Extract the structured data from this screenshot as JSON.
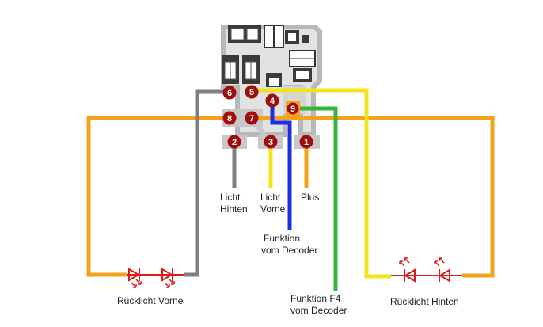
{
  "colors": {
    "orange": "#f5a21b",
    "grey": "#7f7f7f",
    "yellow": "#f3e31f",
    "blue": "#1a2fe0",
    "green": "#35b53a",
    "pad": "#a10d0d",
    "led": "#d81c1c",
    "board": "#c8c8c8"
  },
  "pads": [
    "6",
    "5",
    "4",
    "9",
    "8",
    "7",
    "2",
    "3",
    "1"
  ],
  "labels": {
    "licht_hinten_1": "Licht",
    "licht_hinten_2": "Hinten",
    "licht_vorne_1": "Licht",
    "licht_vorne_2": "Vorne",
    "plus": "Plus",
    "funktion_1": "Funktion",
    "funktion_2": "vom Decoder",
    "funktion_f4_1": "Funktion F4",
    "funktion_f4_2": "vom Decoder",
    "ruecklicht_vorne": "Rücklicht Vorne",
    "ruecklicht_hinten": "Rücklicht Hinten"
  }
}
